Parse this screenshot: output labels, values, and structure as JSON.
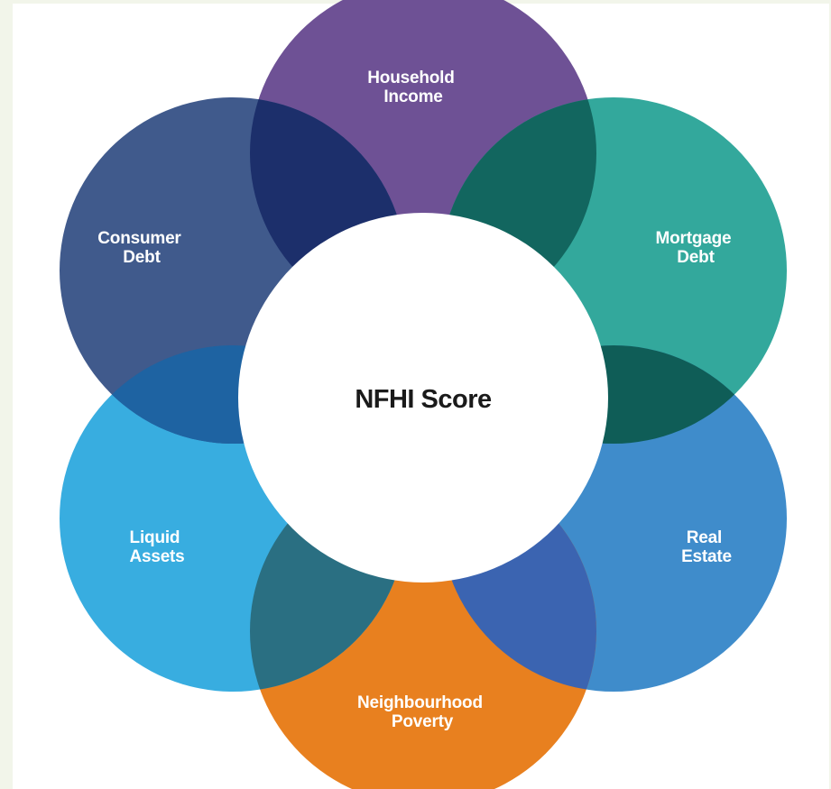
{
  "diagram": {
    "center": {
      "label": "NFHI Score"
    },
    "petals": [
      {
        "id": "household-income",
        "lines": [
          "Household",
          "Income"
        ],
        "color": "#6e5195"
      },
      {
        "id": "mortgage-debt",
        "lines": [
          "Mortgage",
          "Debt"
        ],
        "color": "#33a89c"
      },
      {
        "id": "real-estate",
        "lines": [
          "Real",
          "Estate"
        ],
        "color": "#3f8ccb"
      },
      {
        "id": "neighbourhood-poverty",
        "lines": [
          "Neighbourhood",
          "Poverty"
        ],
        "color": "#e8801f"
      },
      {
        "id": "liquid-assets",
        "lines": [
          "Liquid",
          "Assets"
        ],
        "color": "#38ade0"
      },
      {
        "id": "consumer-debt",
        "lines": [
          "Consumer",
          "Debt"
        ],
        "color": "#405a8c"
      }
    ],
    "overlap_colors": {
      "income-mortgage": "#12665f",
      "mortgage-realestate": "#0f5d57",
      "realestate-poverty": "#3b64b1",
      "poverty-liquid": "#2a6f82",
      "liquid-consumer": "#1e63a2",
      "consumer-income": "#1c2f6b"
    }
  }
}
